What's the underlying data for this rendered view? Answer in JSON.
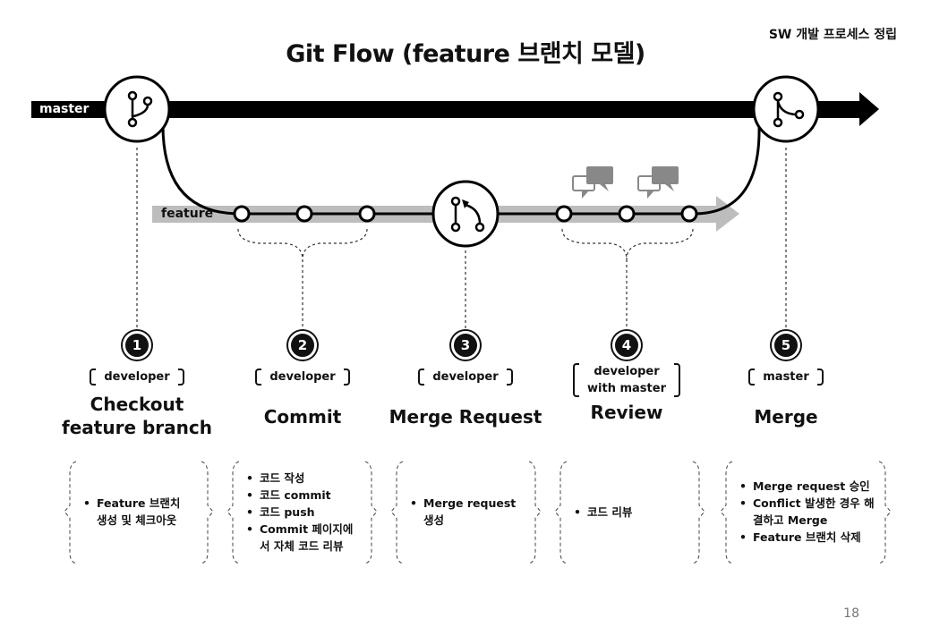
{
  "title": "Git Flow (feature 브랜치 모델)",
  "corner_label": "SW 개발 프로세스 정립",
  "page_number": "18",
  "branches": {
    "master": "master",
    "feature": "feature"
  },
  "icons": {
    "branch": "branch-icon",
    "pull_request": "pull-request-icon",
    "merge": "merge-icon",
    "comment": "comment-icon"
  },
  "steps": [
    {
      "number": "1",
      "role": "developer",
      "role_line2": "",
      "name": "Checkout",
      "name_line2": "feature branch",
      "bullets": [
        "Feature 브랜치 생성 및 체크아웃"
      ]
    },
    {
      "number": "2",
      "role": "developer",
      "role_line2": "",
      "name": "Commit",
      "name_line2": "",
      "bullets": [
        "코드 작성",
        "코드 commit",
        "코드 push",
        "Commit 페이지에서 자체 코드 리뷰"
      ]
    },
    {
      "number": "3",
      "role": "developer",
      "role_line2": "",
      "name": "Merge Request",
      "name_line2": "",
      "bullets": [
        "Merge request 생성"
      ]
    },
    {
      "number": "4",
      "role": "developer",
      "role_line2": "with master",
      "name": "Review",
      "name_line2": "",
      "bullets": [
        "코드 리뷰"
      ]
    },
    {
      "number": "5",
      "role": "master",
      "role_line2": "",
      "name": "Merge",
      "name_line2": "",
      "bullets": [
        "Merge request 승인",
        "Conflict 발생한 경우 해결하고 Merge",
        "Feature 브랜치 삭제"
      ]
    }
  ]
}
